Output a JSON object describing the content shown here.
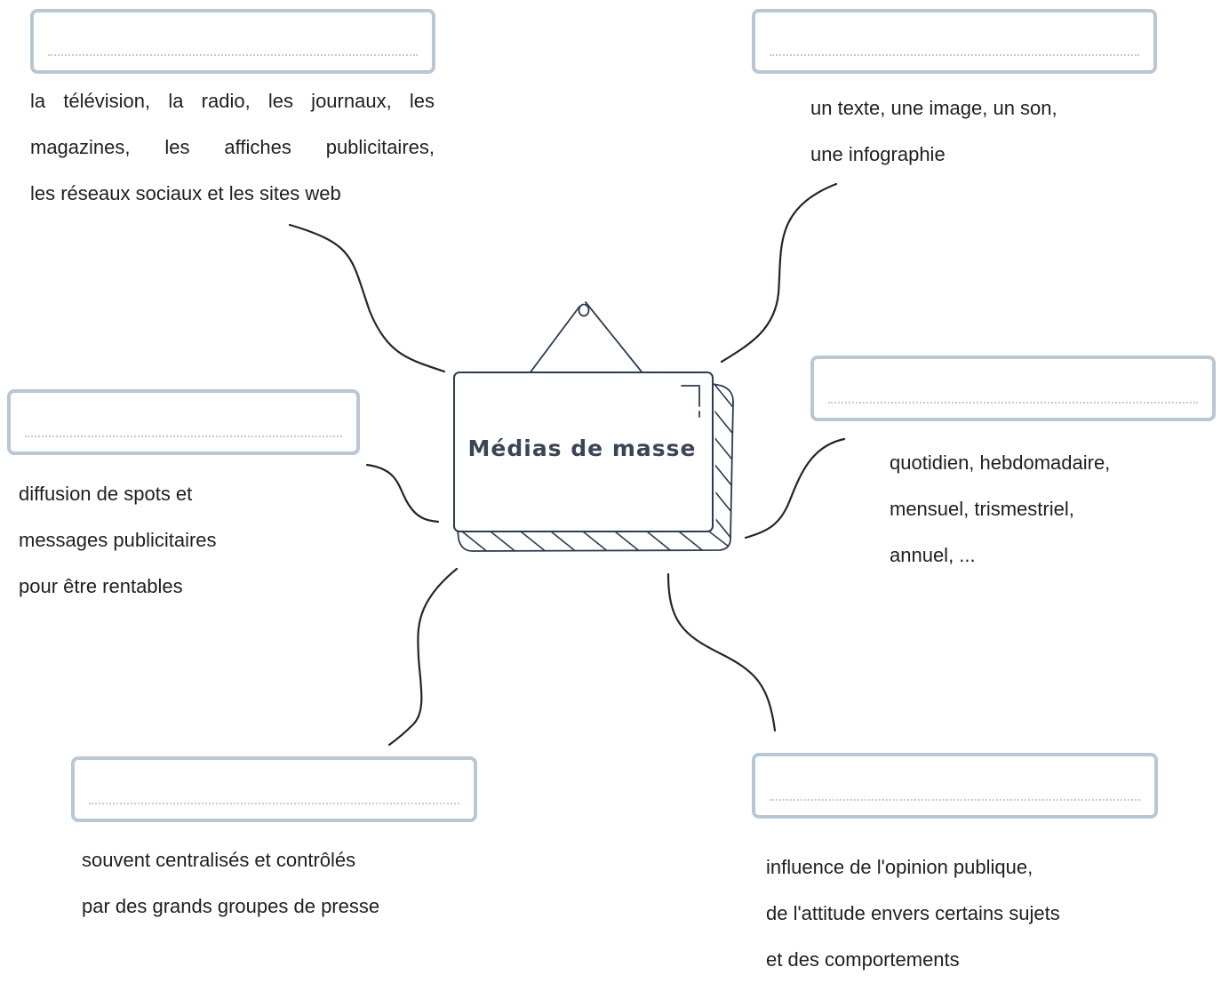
{
  "center": {
    "title": "Médias de masse"
  },
  "branches": [
    {
      "id": "top-left",
      "answer": "",
      "lines": [
        "la télévision, la radio, les journaux, les",
        "magazines, les affiches publicitaires,",
        "les réseaux sociaux et les sites web"
      ]
    },
    {
      "id": "top-right",
      "answer": "",
      "lines": [
        "un texte, une image, un son,",
        "une infographie"
      ]
    },
    {
      "id": "middle-left",
      "answer": "",
      "lines": [
        "diffusion de spots et",
        "messages publicitaires",
        "pour être rentables"
      ]
    },
    {
      "id": "middle-right",
      "answer": "",
      "lines": [
        "quotidien, hebdomadaire,",
        "mensuel, trismestriel,",
        "annuel, ..."
      ]
    },
    {
      "id": "bottom-left",
      "answer": "",
      "lines": [
        "souvent centralisés et contrôlés",
        "par des grands groupes de presse"
      ]
    },
    {
      "id": "bottom-right",
      "answer": "",
      "lines": [
        "influence de l'opinion publique,",
        "de l'attitude envers certains sujets",
        "et des comportements"
      ]
    }
  ]
}
